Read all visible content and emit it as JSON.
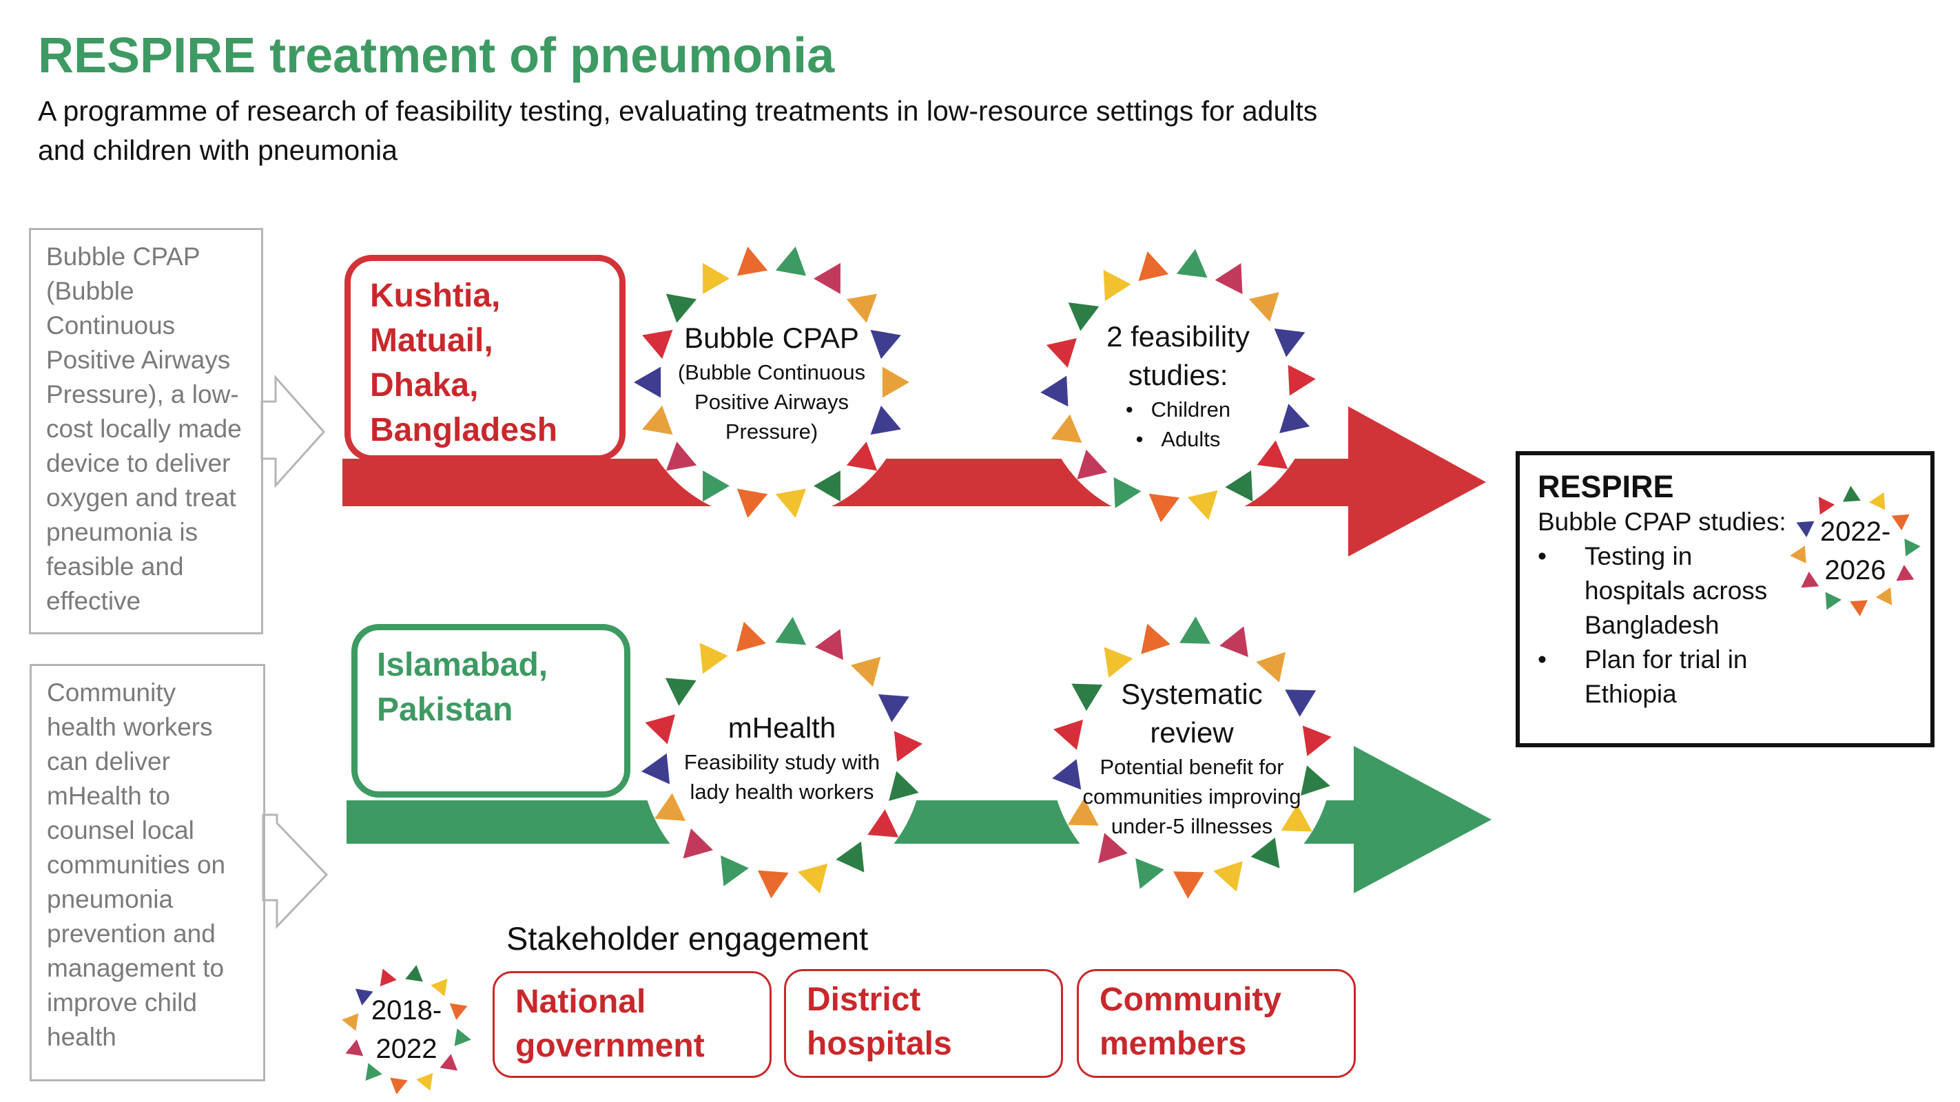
{
  "title": "RESPIRE treatment of pneumonia",
  "subtitle": "A programme of research of feasibility testing, evaluating treatments in low-resource settings for adults and children with pneumonia",
  "colors": {
    "green": "#3d9a62",
    "red": "#d13438",
    "dark_red": "#c8282c",
    "grey": "#b5b5b5"
  },
  "side_boxes": [
    {
      "text": "Bubble CPAP (Bubble Continuous Positive Airways Pressure), a low-cost locally made device to deliver oxygen and treat pneumonia is feasible and effective"
    },
    {
      "text": "Community health workers can deliver mHealth to counsel local communities on pneumonia prevention and management to improve child health"
    }
  ],
  "tracks": [
    {
      "location": "Kushtia, Matuail, Dhaka, Bangladesh",
      "color": "red",
      "circles": [
        {
          "title": "Bubble CPAP",
          "detail": "(Bubble Continuous Positive Airways Pressure)"
        },
        {
          "title": "2 feasibility studies:",
          "bullets": [
            "Children",
            "Adults"
          ]
        }
      ]
    },
    {
      "location": "Islamabad, Pakistan",
      "color": "green",
      "circles": [
        {
          "title": "mHealth",
          "detail": "Feasibility study with lady health workers"
        },
        {
          "title": "Systematic review",
          "detail": "Potential benefit for communities improving under-5 illnesses"
        }
      ]
    }
  ],
  "stakeholder": {
    "title": "Stakeholder engagement",
    "years": "2018-2022",
    "items": [
      "National government",
      "District hospitals",
      "Community members"
    ]
  },
  "respire_box": {
    "title": "RESPIRE",
    "subtitle": "Bubble CPAP studies:",
    "bullets": [
      "Testing in hospitals across Bangladesh",
      "Plan for trial in Ethiopia"
    ],
    "years": "2022-2026"
  }
}
